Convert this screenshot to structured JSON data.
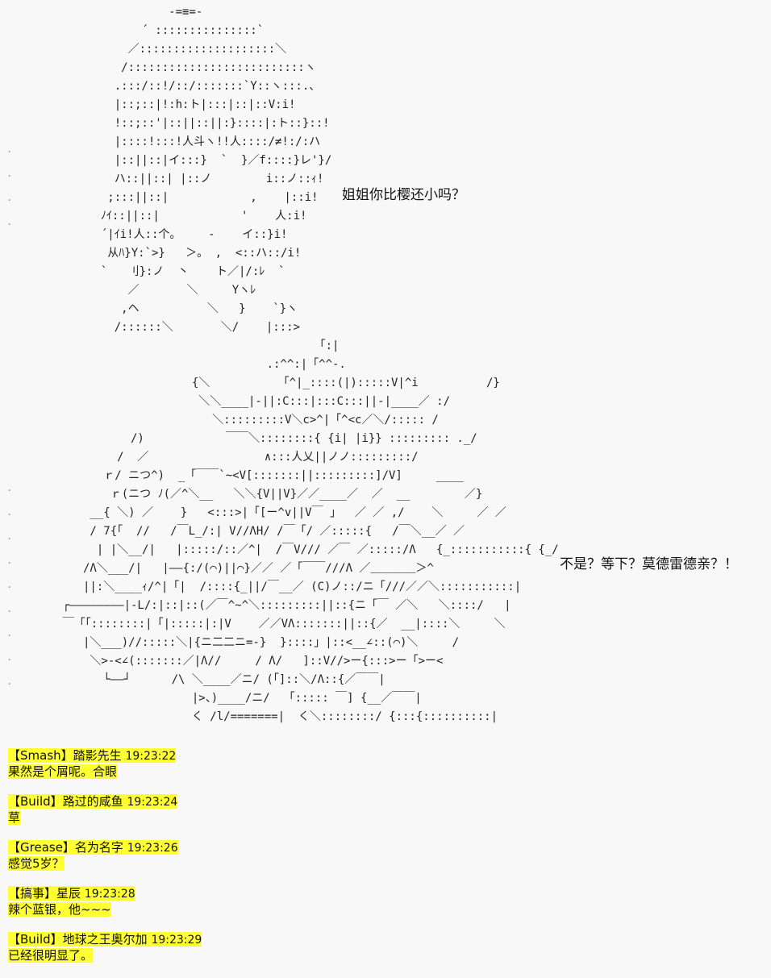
{
  "art": {
    "girl_lines": [
      "            -=≡=-",
      "        ´ :::::::::::::::`",
      "      ／::::::::::::::::::::＼",
      "     /::::::::::::::::::::::::::ヽ",
      "    .:::/::!/::/:::::::`Y::ヽ:::.、",
      "    |::;::|!:h:ト|:::|::|::V:i!",
      "    !::;::'|::||::||:}::::|:ト::}::!",
      "    |::::!:::!人斗ヽ!!人::::/≠!:/:ハ",
      "    |::||::|イ:::}  `  }／f::::}レ'}/",
      "    ハ::||::| |::ノ        i::ノ::ｨ!",
      "   ;:::||::|            ,    |::i!",
      "  ﾉｲ::||::|            '    人:i!",
      "  ´|ｲi!人::个。    -    イ::}i!",
      "   从ﾊ}Y:`>}   ＞。 ,  <::ハ::/i!",
      "  `   刂}:ノ  丶    ト／|/:ﾚ  `",
      "      ／       ＼     Yヽﾚ",
      "     ,ヘ          ＼   }    `}ヽ",
      "    /::::::＼       ＼/    |:::>"
    ],
    "mech_lines": [
      "                                         「:|",
      "                                  .:^^:|「^^-.",
      "                       {＼          「^|_::::(|):::::V|^i          /}",
      "                        ＼＼____|-||:C:::|:::C:::||-|____／ :/",
      "                          ＼:::::::::V＼c>^|「^<c／＼/::::: /",
      "              /)            ￣￣＼::::::::{ {i| |i}} ::::::::: ._/",
      "            /  ／                 ∧:::人乂||ノノ:::::::::/",
      "          ｒ/ ニつ^)  _「￣￣`~<V[:::::::||:::::::::]/V]     ____",
      "           ｒ(ニつ ﾉ(／^＼__   ＼＼{V||V}／／____／  ／  __        ／}",
      "        __{ ＼) ／    }   <:::>|「[ー^v||V￣ 」  ／ ／ ,/    ＼     ／ ／",
      "        / 7{「  //   /￣L_/:| V//ΛH/ /￣「/ ／:::::{   /￣＼__／ ／",
      "         | |＼__/|   |:::::/::／^|  /￣V/// ／￣ ／:::::/Λ   {_:::::::::::{ {_/",
      "       /Λ＼___/|   |——{:/(⌒)||⌒}／／ ／「￣￣///Λ ／＿＿＿＿＞^",
      "       ||:＼____ｨ/^|「|  /::::{_||/￣__／ (C)ノ::/ニ「///／／＼:::::::::::|",
      "    ┌————————|-L/:|::|::(／￣^~^＼:::::::::||::{ニ「￣ ／＼   ＼::::/   |",
      "    ￣「「::::::::|「|:::::|:|V    ／／VΛ:::::::||::{／  __|::::＼     ＼",
      "       |＼___)//:::::＼|{ニ二二ニ=-}  }::::」|::<__∠::(⌒)＼     /",
      "        ＼>-<∠(:::::::／|Λ//     / Λ/   ]::V//>ー{:::>ー「>ー<",
      "          └——┘      /\\ ＼____／ニ/ (「]::＼/Λ::{／￣￣|",
      "                       |>、)____/ニ/  「::::: ￣] {__／￣￣|",
      "                       く /l/=======|  く＼::::::::/ {:::{::::::::::|"
    ]
  },
  "speech": {
    "line1": "姐姐你比樱还小吗？",
    "line2": "不是？等下？莫德雷德亲？！"
  },
  "comments": [
    {
      "header": "【Smash】踏影先生",
      "time": "19:23:22",
      "text": "果然是个屑呢。合眼"
    },
    {
      "header": "【Build】路过的咸鱼",
      "time": "19:23:24",
      "text": "草"
    },
    {
      "header": "【Grease】名为名字",
      "time": "19:23:26",
      "text": "感觉5岁？"
    },
    {
      "header": "【搞事】星辰",
      "time": "19:23:28",
      "text": "辣个蓝银，他~~~"
    },
    {
      "header": "【Build】地球之王奥尔加",
      "time": "19:23:29",
      "text": "已经很明显了。"
    }
  ]
}
